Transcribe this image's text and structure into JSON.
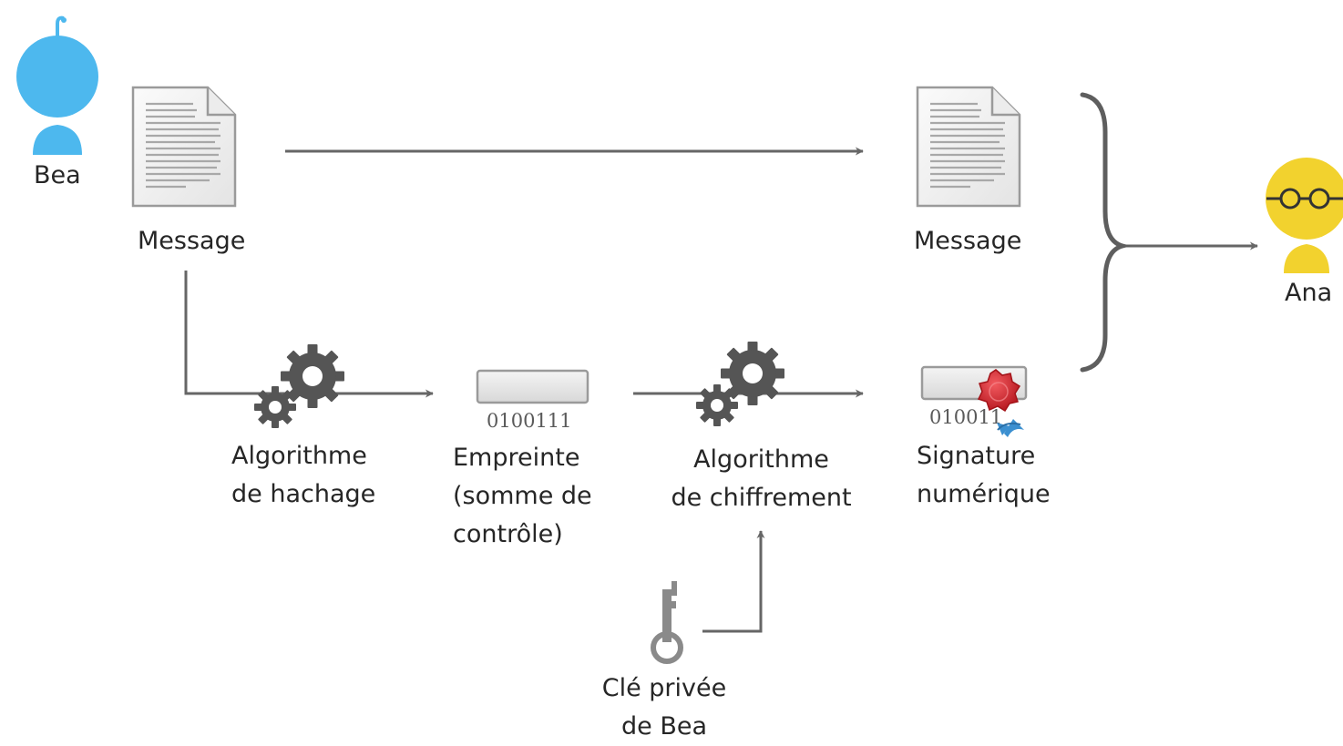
{
  "actors": {
    "sender": "Bea",
    "receiver": "Ana"
  },
  "documents": {
    "message_left": "Message",
    "message_right": "Message"
  },
  "steps": {
    "hash_algorithm": [
      "Algorithme",
      "de hachage"
    ],
    "fingerprint": [
      "Empreinte",
      "(somme de",
      "contrôle)"
    ],
    "encryption_algorithm": [
      "Algorithme",
      "de chiffrement"
    ],
    "signature": [
      "Signature",
      "numérique"
    ],
    "private_key": [
      "Clé privée",
      "de Bea"
    ]
  },
  "binary": {
    "fingerprint_bits": "0100111",
    "signature_bits": "010011"
  },
  "colors": {
    "sender": "#4db8ee",
    "receiver": "#f2d22e",
    "arrows": "#666666",
    "gears": "#555555",
    "seal": "#d9232e",
    "ribbon": "#3b8fd0"
  },
  "icons": {
    "sender_avatar": "person-icon",
    "receiver_avatar": "person-with-glasses-icon",
    "message": "document-icon",
    "hash": "gears-icon",
    "encrypt": "gears-icon",
    "fingerprint": "data-block-icon",
    "signature": "sealed-block-icon",
    "key": "key-icon",
    "group": "curly-brace-icon"
  }
}
